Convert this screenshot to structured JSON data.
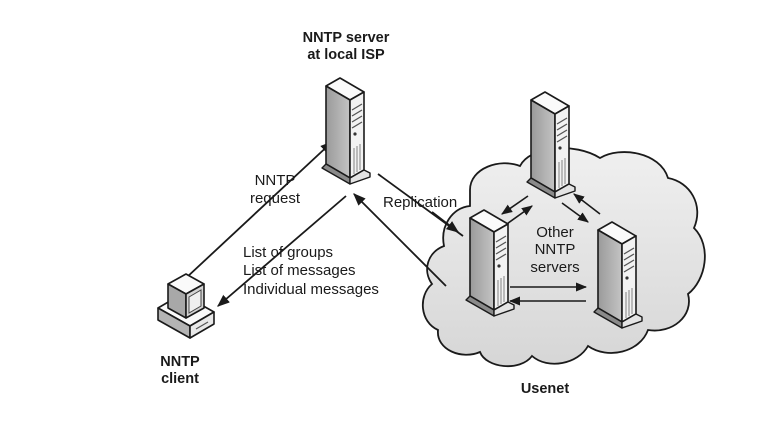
{
  "diagram": {
    "title": "NNTP architecture",
    "nodes": {
      "isp_server": {
        "label_line1": "NNTP server",
        "label_line2": "at local ISP",
        "icon": "server-tower-icon"
      },
      "client": {
        "label_line1": "NNTP",
        "label_line2": "client",
        "icon": "desktop-computer-icon"
      },
      "usenet": {
        "label": "Usenet",
        "icon": "cloud-icon"
      },
      "other_servers": {
        "label_line1": "Other",
        "label_line2": "NNTP",
        "label_line3": "servers",
        "count": 3,
        "icon": "server-tower-icon"
      }
    },
    "edges": {
      "request": {
        "label_line1": "NNTP",
        "label_line2": "request",
        "from": "client",
        "to": "isp_server"
      },
      "response": {
        "lines": [
          "List of groups",
          "List of messages",
          "Individual messages"
        ],
        "from": "isp_server",
        "to": "client"
      },
      "replication": {
        "label": "Replication",
        "between": [
          "isp_server",
          "usenet"
        ],
        "bidirectional": true
      },
      "usenet_links": {
        "bidirectional": true,
        "count": 3
      }
    },
    "colors": {
      "background": "#ffffff",
      "ink": "#1a1a1a",
      "cloud_fill": "#e6e6e6",
      "tower_front": "#f2f2f2",
      "tower_side": "#a8a8a8",
      "tower_top": "#fafafa"
    }
  }
}
